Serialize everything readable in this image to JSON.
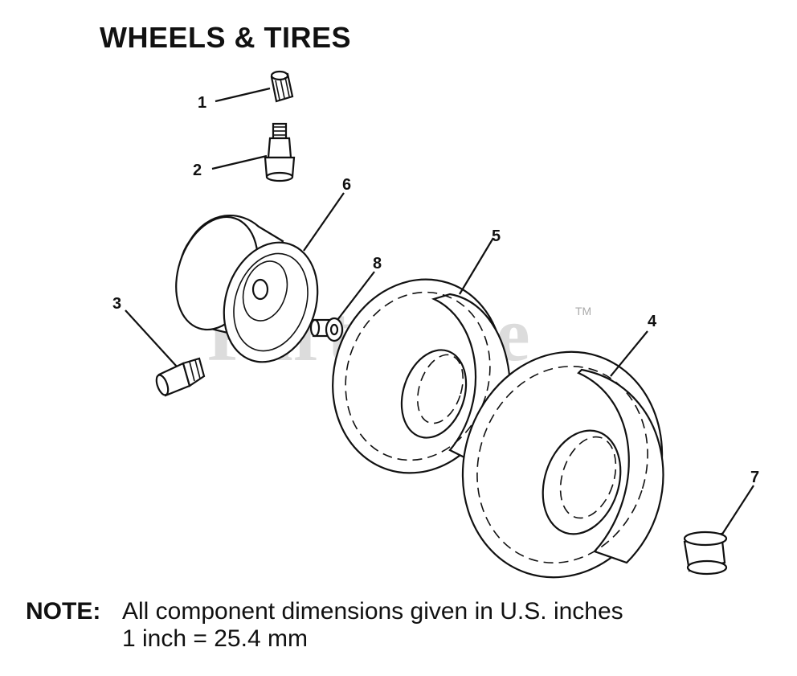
{
  "title": "WHEELS & TIRES",
  "watermark": {
    "text": "PartsTree",
    "trademark": "TM"
  },
  "callouts": [
    "1",
    "2",
    "3",
    "4",
    "5",
    "6",
    "7",
    "8"
  ],
  "note": {
    "label": "NOTE:",
    "line1": "All component dimensions given in U.S. inches",
    "line2": "1 inch = 25.4 mm"
  }
}
